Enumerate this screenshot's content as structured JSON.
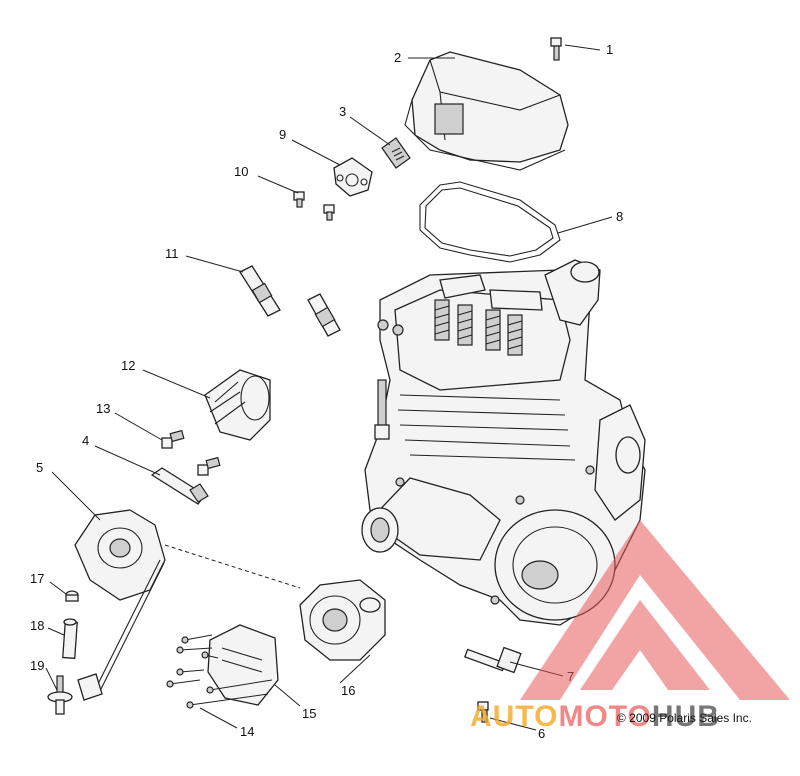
{
  "callouts": [
    "1",
    "2",
    "3",
    "4",
    "5",
    "6",
    "7",
    "8",
    "9",
    "10",
    "11",
    "12",
    "13",
    "14",
    "15",
    "16",
    "17",
    "18",
    "19"
  ],
  "copyright": "© 2009 Polaris Sales Inc.",
  "watermark": {
    "part1": "AUTO",
    "part2": "MOTO",
    "part3": "HUB",
    "colors": {
      "auto": "#f5a623",
      "moto": "#ee6a6a",
      "hub": "#555555",
      "triangle": "#e85a5a"
    }
  }
}
